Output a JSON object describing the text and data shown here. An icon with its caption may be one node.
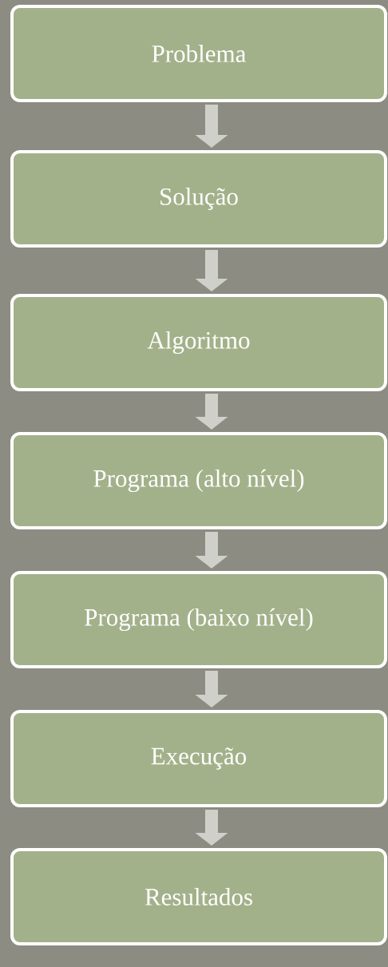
{
  "diagram": {
    "nodes": [
      {
        "text": [
          "Problema"
        ]
      },
      {
        "text": [
          "Solução"
        ]
      },
      {
        "text": [
          "Algoritmo"
        ]
      },
      {
        "text": [
          "Programa (alto nível)"
        ]
      },
      {
        "text": [
          "Programa (baixo nível)"
        ]
      },
      {
        "text": [
          "Execução"
        ]
      },
      {
        "text": [
          "Resultados"
        ]
      }
    ],
    "edges": [
      {
        "from": 0,
        "to": 1,
        "arrow": "to"
      },
      {
        "from": 1,
        "to": 2,
        "arrow": "to"
      },
      {
        "from": 2,
        "to": 3,
        "arrow": "to"
      },
      {
        "from": 3,
        "to": 4,
        "arrow": "to"
      },
      {
        "from": 4,
        "to": 5,
        "arrow": "to"
      },
      {
        "from": 5,
        "to": 6,
        "arrow": "to"
      }
    ]
  }
}
